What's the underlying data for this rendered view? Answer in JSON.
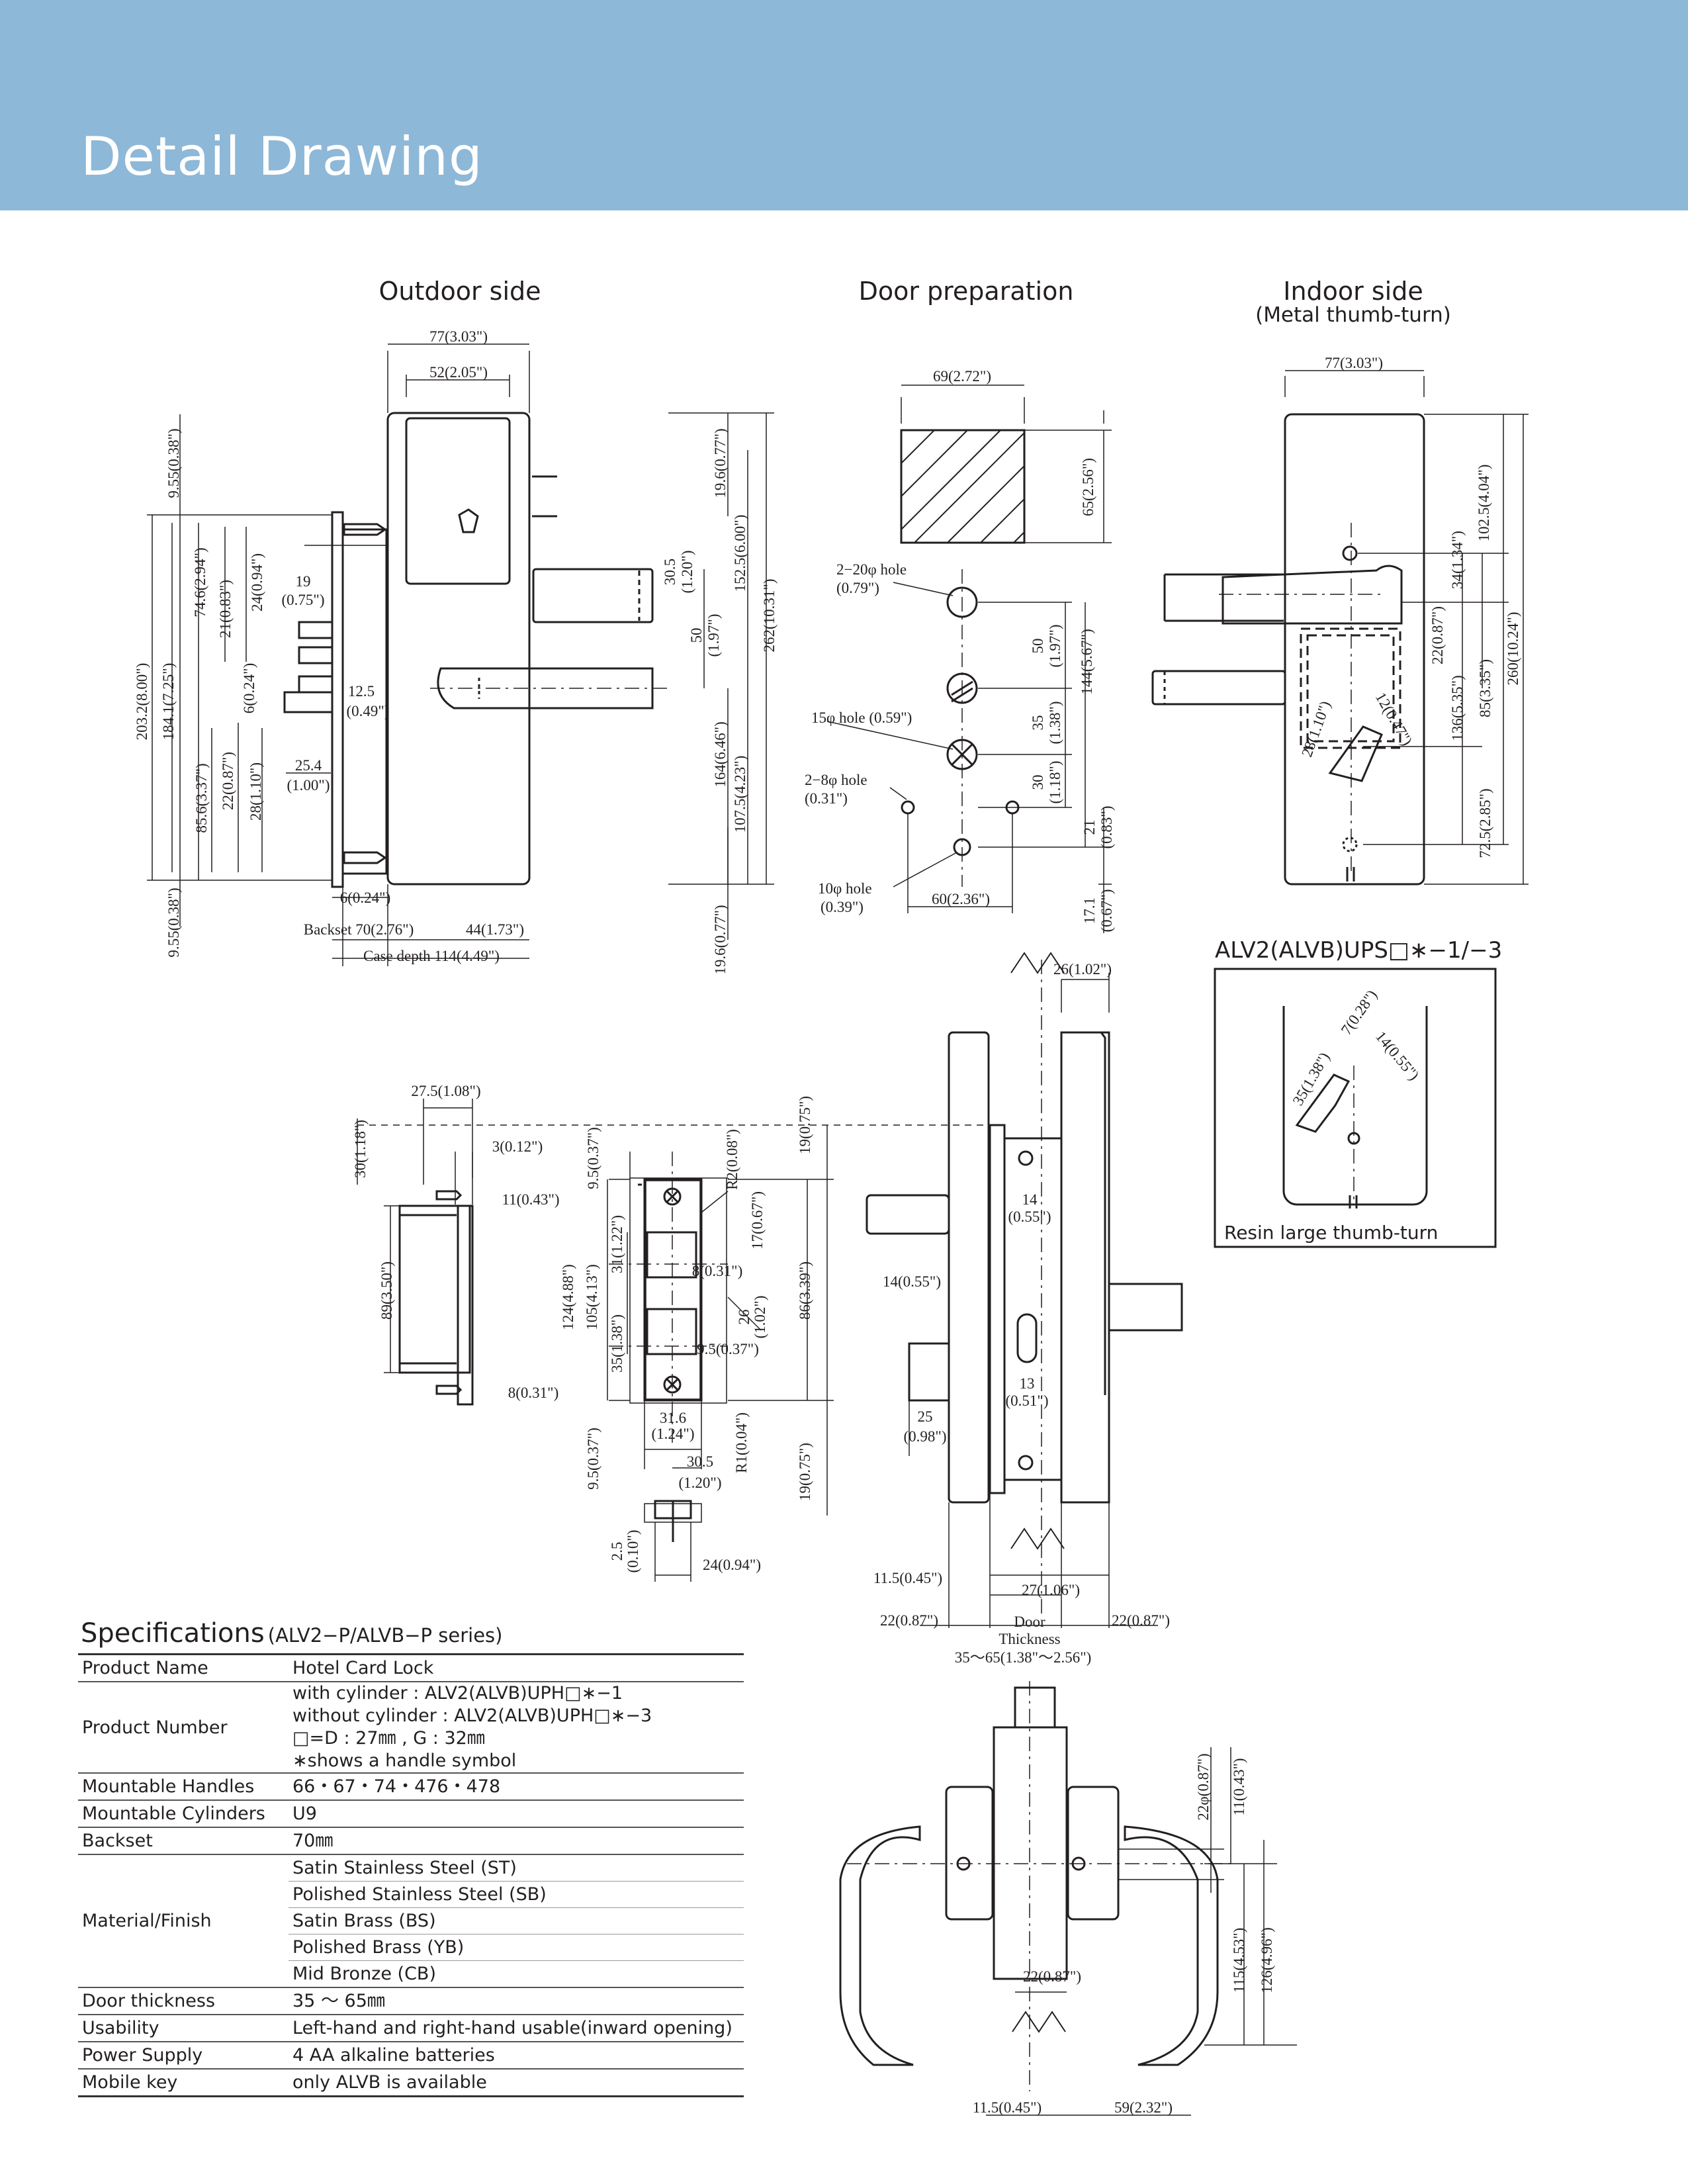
{
  "header": {
    "title": "Detail Drawing"
  },
  "sections": {
    "outdoor": "Outdoor side",
    "door_prep": "Door preparation",
    "indoor": "Indoor side",
    "indoor_sub": "(Metal thumb-turn)"
  },
  "inset": {
    "model": "ALV2(ALVB)UPS□∗−1/−3",
    "caption": "Resin large thumb-turn"
  },
  "dims": {
    "o_w77": "77(3.03\")",
    "o_w52": "52(2.05\")",
    "o_955a": "9.55(0.38\")",
    "o_955b": "9.55(0.38\")",
    "o_2032": "203.2(8.00\")",
    "o_1841": "184.1(7.25\")",
    "o_746": "74.6(2.94\")",
    "o_21": "21(0.83\")",
    "o_24": "24(0.94\")",
    "o_19": "19",
    "o_19b": "(0.75\")",
    "o_6v": "6(0.24\")",
    "o_125": "12.5",
    "o_125b": "(0.49\")",
    "o_856": "85.6(3.37\")",
    "o_22": "22(0.87\")",
    "o_28": "28(1.10\")",
    "o_254": "25.4",
    "o_254b": "(1.00\")",
    "o_6h": "6(0.24\")",
    "o_backset": "Backset 70(2.76\")",
    "o_44": "44(1.73\")",
    "o_case": "Case depth 114(4.49\")",
    "o_196a": "19.6(0.77\")",
    "o_305": "30.5",
    "o_305b": "(1.20\")",
    "o_50": "50",
    "o_50b": "(1.97\")",
    "o_1525": "152.5(6.00\")",
    "o_262": "262(10.31\")",
    "o_164": "164(6.46\")",
    "o_1075": "107.5(4.23\")",
    "o_196b": "19.6(0.77\")",
    "d_69": "69(2.72\")",
    "d_65": "65(2.56\")",
    "d_h20": "2−20φ hole",
    "d_h20b": "(0.79\")",
    "d_h15": "15φ hole (0.59\")",
    "d_h8": "2−8φ hole",
    "d_h8b": "(0.31\")",
    "d_50": "50",
    "d_50b": "(1.97\")",
    "d_35": "35",
    "d_35b": "(1.38\")",
    "d_30": "30",
    "d_30b": "(1.18\")",
    "d_144": "144(5.67\")",
    "d_21": "21",
    "d_21b": "(0.83\")",
    "d_h10": "10φ hole",
    "d_h10b": "(0.39\")",
    "d_60": "60(2.36\")",
    "d_171": "17.1",
    "d_171b": "(0.67\")",
    "i_77": "77(3.03\")",
    "i_1025": "102.5(4.04\")",
    "i_34": "34(1.34\")",
    "i_22": "22(0.87\")",
    "i_260": "260(10.24\")",
    "i_136": "136(5.35\")",
    "i_85": "85(3.35\")",
    "i_28": "28(1.10\")",
    "i_12": "12(0.47\")",
    "i_725": "72.5(2.85\")",
    "n_35": "35(1.38\")",
    "n_7": "7(0.28\")",
    "n_14": "14(0.55\")",
    "s_275": "27.5(1.08\")",
    "s_30": "30(1.18\")",
    "s_3": "3(0.12\")",
    "s_89": "89(3.50\")",
    "f_95a": "9.5(0.37\")",
    "f_11": "11(0.43\")",
    "f_124": "124(4.88\")",
    "f_105": "105(4.13\")",
    "f_31": "31(1.22\")",
    "f_35": "35(1.38\")",
    "f_8a": "8(0.31\")",
    "f_8b": "8(0.31\")",
    "f_95c": "9.5(0.37\")",
    "f_316": "31.6",
    "f_316b": "(1.24\")",
    "f_305": "30.5",
    "f_305b": "(1.20\")",
    "f_95b": "9.5(0.37\")",
    "f_r2": "R2(0.08\")",
    "f_17": "17(0.67\")",
    "f_26": "26",
    "f_26b": "(1.02\")",
    "f_r1": "R1(0.04\")",
    "f_19a": "19(0.75\")",
    "f_86": "86(3.39\")",
    "f_19b": "19(0.75\")",
    "f_25": "2.5",
    "f_25b": "(0.10\")",
    "f_24": "24(0.94\")",
    "c_26": "26(1.02\")",
    "c_14": "14",
    "c_14b": "(0.55\")",
    "c_14l": "14(0.55\")",
    "c_13": "13",
    "c_13b": "(0.51\")",
    "c_25": "25",
    "c_25b": "(0.98\")",
    "c_115": "11.5(0.45\")",
    "c_27": "27(1.06\")",
    "c_22l": "22(0.87\")",
    "c_door": "Door",
    "c_thick": "Thickness",
    "c_22r": "22(0.87\")",
    "c_range": "35〜65(1.38\"〜2.56\")",
    "b_22d": "22φ(0.87\")",
    "b_11": "11(0.43\")",
    "b_115": "115(4.53\")",
    "b_126": "126(4.96\")",
    "b_22": "22(0.87\")",
    "b_115b": "11.5(0.45\")",
    "b_59": "59(2.32\")"
  },
  "specs": {
    "title": "Specifications",
    "series": "(ALV2−P/ALVB−P series)",
    "product_name_label": "Product Name",
    "product_name": "Hotel Card Lock",
    "product_number_label": "Product Number",
    "pn1": "with cylinder : ALV2(ALVB)UPH□∗−1",
    "pn2": "without cylinder : ALV2(ALVB)UPH□∗−3",
    "pn3": "□=D : 27㎜ , G : 32㎜",
    "pn4": "∗shows a handle symbol",
    "handles_label": "Mountable Handles",
    "handles": "66・67・74・476・478",
    "cylinders_label": "Mountable Cylinders",
    "cylinders": "U9",
    "backset_label": "Backset",
    "backset": "70㎜",
    "material_label": "Material/Finish",
    "m1": "Satin Stainless Steel (ST)",
    "m2": "Polished Stainless Steel (SB)",
    "m3": "Satin Brass (BS)",
    "m4": "Polished Brass (YB)",
    "m5": "Mid Bronze (CB)",
    "thickness_label": "Door thickness",
    "thickness": "35 〜 65㎜",
    "usability_label": "Usability",
    "usability": "Left-hand and right-hand usable(inward opening)",
    "power_label": "Power Supply",
    "power": "4 AA alkaline batteries",
    "mobile_label": "Mobile key",
    "mobile": "only ALVB is available"
  }
}
